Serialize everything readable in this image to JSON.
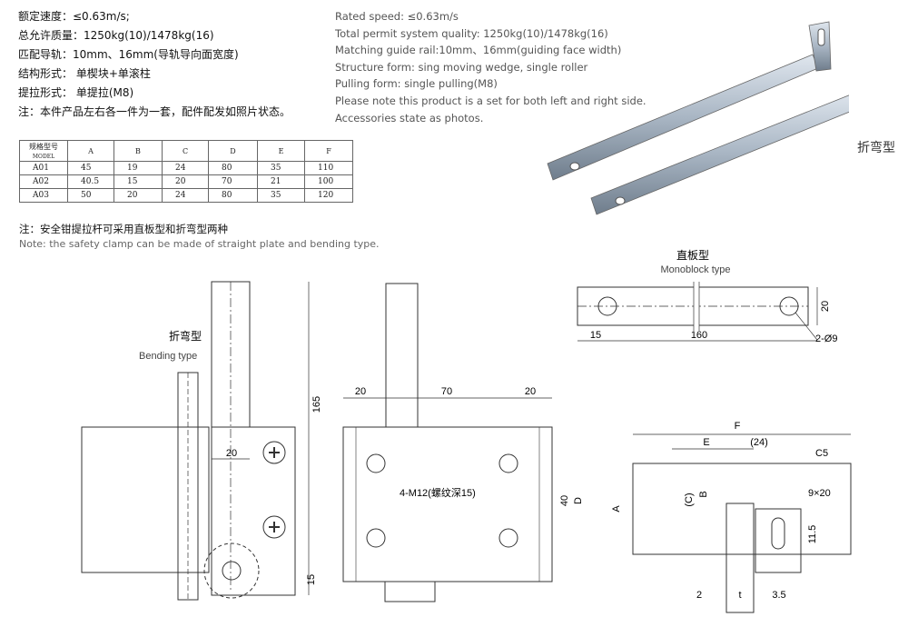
{
  "specs_cn": [
    "额定速度：≤0.63m/s;",
    "总允许质量：1250kg(10)/1478kg(16)",
    "匹配导轨：10mm、16mm(导轨导向面宽度)",
    "结构形式：  单楔块+单滚柱",
    "提拉形式：  单提拉(M8)",
    "注：本件产品左右各一件为一套，配件配发如照片状态。"
  ],
  "specs_en": [
    "Rated speed: ≤0.63m/s",
    "Total permit system quality:  1250kg(10)/1478kg(16)",
    "Matching guide rail:10mm、16mm(guiding face width)",
    "Structure form: sing moving wedge, single roller",
    "Pulling form: single pulling(M8)",
    "Please note this product is a set for both left and right side.",
    "Accessories state as photos."
  ],
  "table": {
    "model_header_cn": "规格型号",
    "model_header_en": "MODEL",
    "columns": [
      "A",
      "B",
      "C",
      "D",
      "E",
      "F"
    ],
    "rows": [
      {
        "model": "A01",
        "values": [
          "45",
          "19",
          "24",
          "80",
          "35",
          "110"
        ]
      },
      {
        "model": "A02",
        "values": [
          "40.5",
          "15",
          "20",
          "70",
          "21",
          "100"
        ]
      },
      {
        "model": "A03",
        "values": [
          "50",
          "20",
          "24",
          "80",
          "35",
          "120"
        ]
      }
    ]
  },
  "note_cn": "注：安全钳提拉杆可采用直板型和折弯型两种",
  "note_en": "Note: the safety clamp can be made of straight plate and bending type.",
  "photo_label": "折弯型",
  "drawings": {
    "monoblock_cn": "直板型",
    "monoblock_en": "Monoblock type",
    "bending_cn": "折弯型",
    "bending_en": "Bending type",
    "dim_20": "20",
    "dim_15": "15",
    "dim_160": "160",
    "dim_2_phi9": "2-Ø9",
    "dim_165": "165",
    "dim_70": "70",
    "dim_40": "40",
    "dim_D": "D",
    "dim_4m12": "4-M12(螺纹深15)",
    "dim_F": "F",
    "dim_E": "E",
    "dim_24p": "(24)",
    "dim_C5": "C5",
    "dim_C": "(C)",
    "dim_B": "B",
    "dim_A": "A",
    "dim_9x20": "9×20",
    "dim_11_5": "11.5",
    "dim_2": "2",
    "dim_t": "t",
    "dim_3_5": "3.5"
  }
}
